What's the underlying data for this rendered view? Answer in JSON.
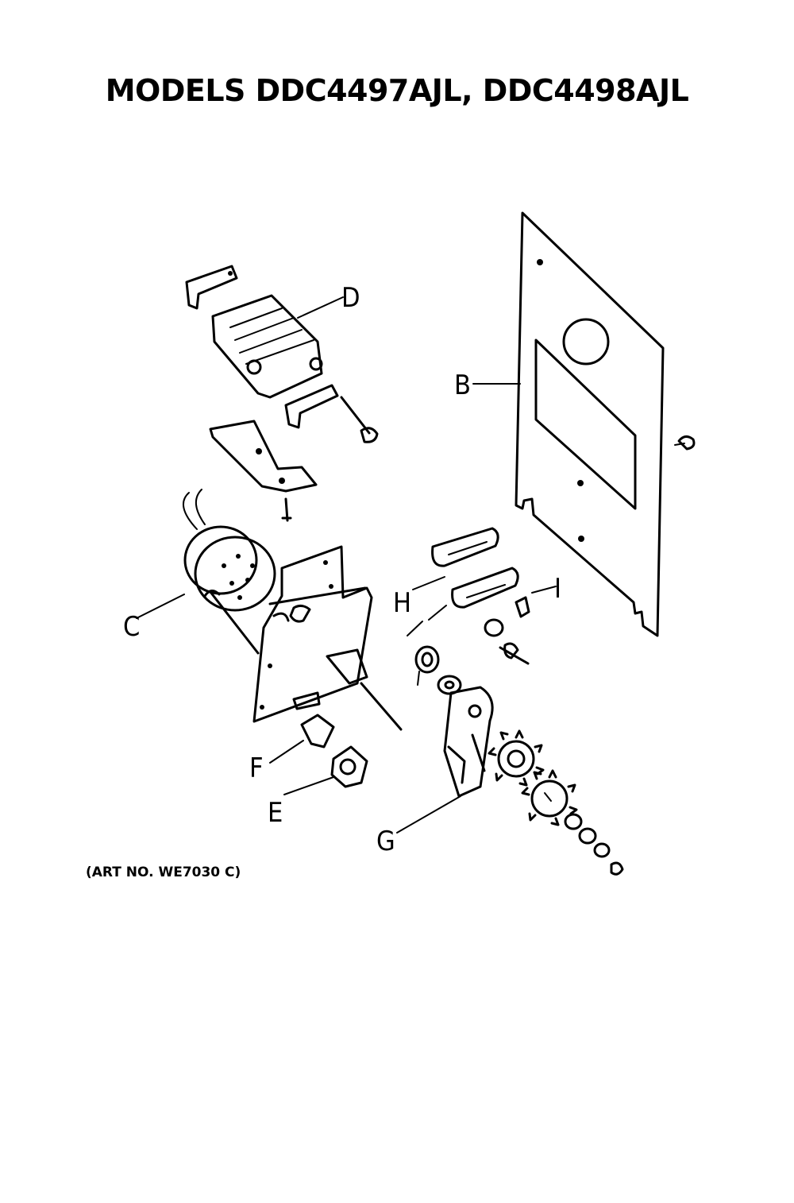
{
  "title": "MODELS DDC4497AJL, DDC4498AJL",
  "art_number": "(ART NO. WE7030 C)",
  "part_labels": {
    "b": "B",
    "c": "C",
    "d": "D",
    "e": "E",
    "f": "F",
    "g": "G",
    "h": "H",
    "i": "I"
  }
}
